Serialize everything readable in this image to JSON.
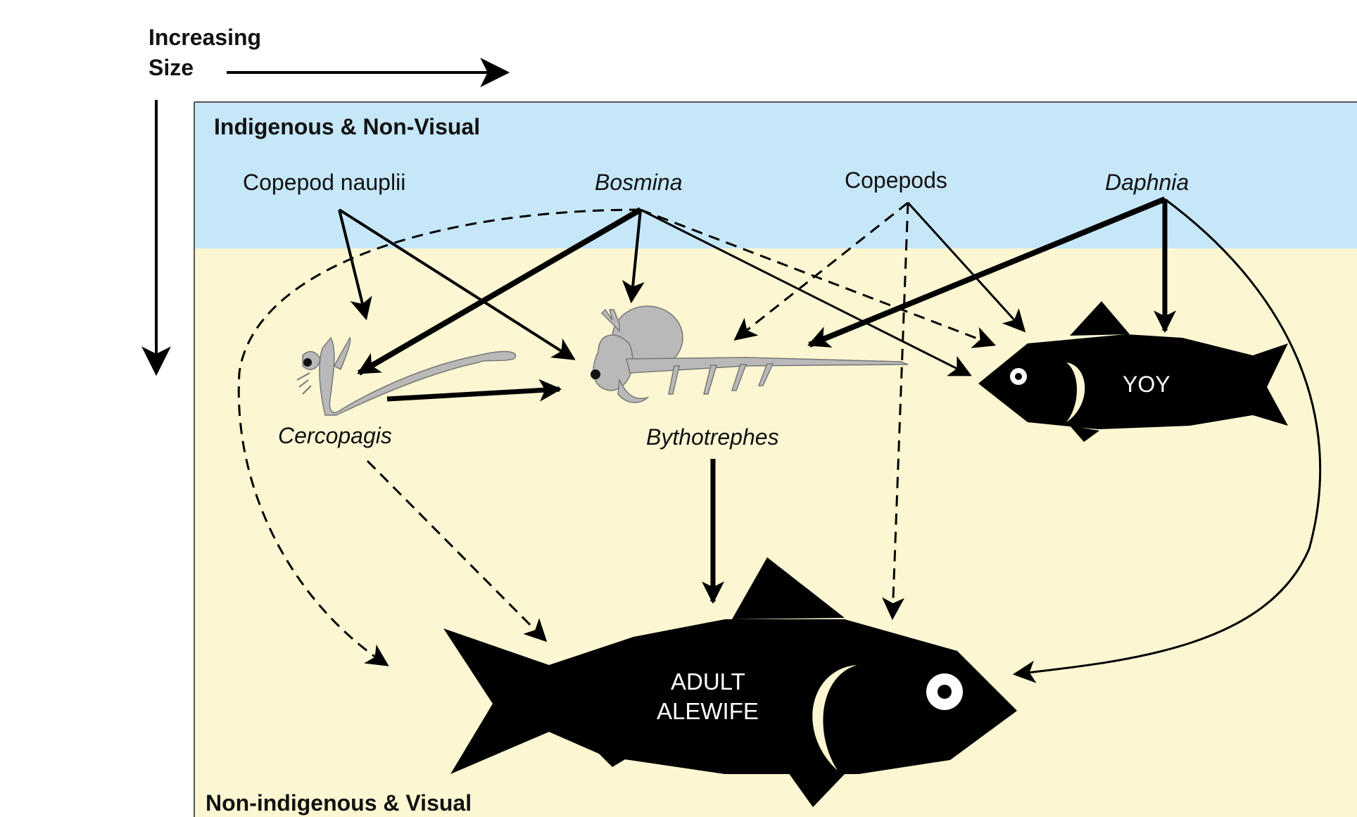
{
  "axis": {
    "size_label_line1": "Increasing",
    "size_label_line2": "Size"
  },
  "zones": {
    "top_label": "Indigenous & Non-Visual",
    "bottom_label": "Non-indigenous & Visual"
  },
  "nodes": {
    "copepod_nauplii": "Copepod nauplii",
    "bosmina": "Bosmina",
    "copepods": "Copepods",
    "daphnia": "Daphnia",
    "cercopagis": "Cercopagis",
    "bythotrephes": "Bythotrephes",
    "yoy": "YOY",
    "adult_alewife_line1": "ADULT",
    "adult_alewife_line2": "ALEWIFE"
  },
  "legend_semantics": {
    "solid_arrow": "solid",
    "dashed_arrow": "dashed"
  },
  "colors": {
    "top_zone": "#c6e7f8",
    "bottom_zone": "#fcf7d2",
    "organism": "#b9b9b9",
    "fish": "#000000"
  }
}
